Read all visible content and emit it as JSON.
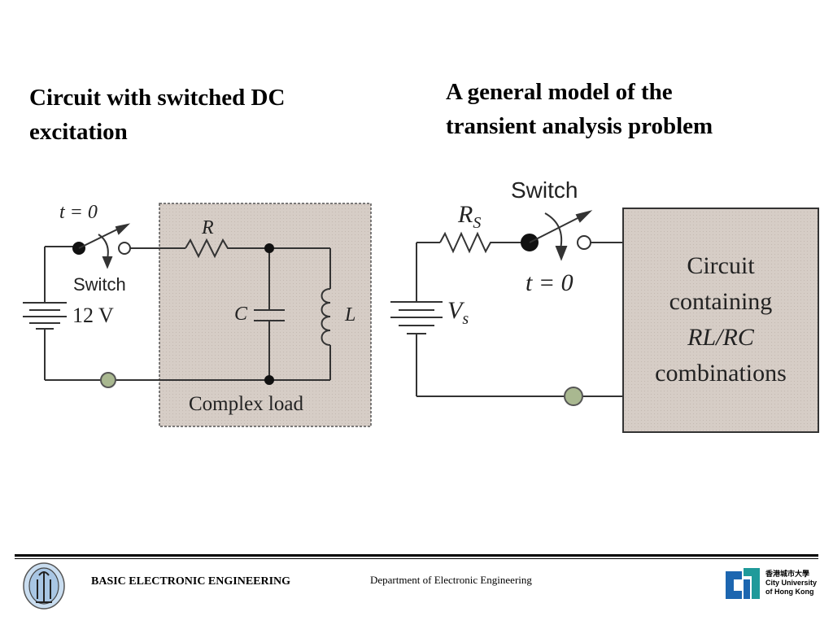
{
  "left_heading": [
    "Circuit with switched DC",
    "excitation"
  ],
  "right_heading": [
    "A general model of the",
    "transient analysis problem"
  ],
  "left_diagram": {
    "time_label": "t = 0",
    "switch_label": "Switch",
    "source_label": "12 V",
    "resistor_label": "R",
    "capacitor_label": "C",
    "inductor_label": "L",
    "load_label": "Complex load"
  },
  "right_diagram": {
    "switch_label": "Switch",
    "resistor_label": "R",
    "resistor_sub": "S",
    "time_label": "t = 0",
    "source_label": "V",
    "source_sub": "s",
    "box_lines": [
      "Circuit",
      "containing",
      "RL/RC",
      "combinations"
    ]
  },
  "footer": {
    "course": "BASIC ELECTRONIC ENGINEERING",
    "department": "Department of Electronic Engineering",
    "university_chinese": "香港城市大學",
    "university_lines": [
      "City University",
      "of Hong Kong"
    ]
  },
  "colors": {
    "load_fill": "#d6cdc6",
    "terminal_fill": "#a9b890",
    "logo_blue": "#1c66b0",
    "logo_teal": "#1f9a9a"
  }
}
